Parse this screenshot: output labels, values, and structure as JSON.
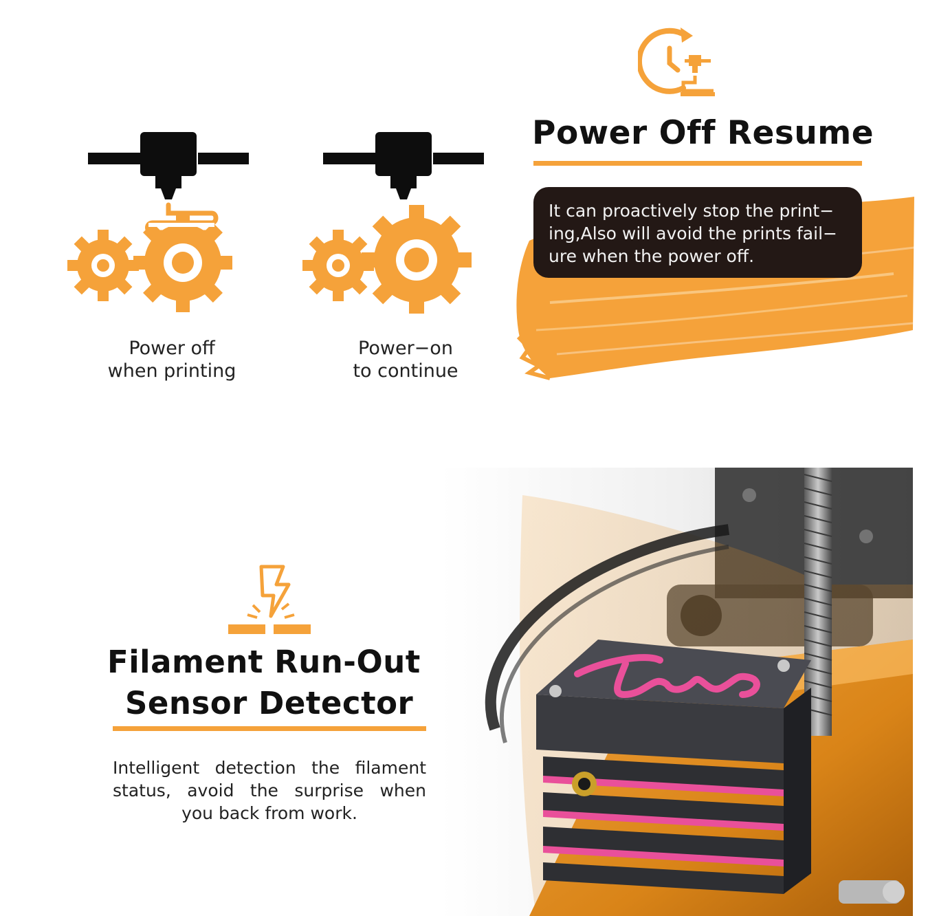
{
  "colors": {
    "accent": "#f5a23a",
    "dark": "#231815",
    "black": "#0d0d0d",
    "text": "#222222",
    "pink": "#e9509a"
  },
  "power_off_resume": {
    "title": "Power Off Resume",
    "description_lines": [
      "It can proactively stop the print−",
      "ing,Also will avoid the prints fail−",
      "ure when the power off."
    ],
    "icon": "clock-printer-resume-icon",
    "steps": [
      {
        "caption_lines": [
          "Power off",
          "when printing"
        ],
        "icon": "printhead-gears-paused-icon"
      },
      {
        "caption_lines": [
          "Power−on",
          "to continue"
        ],
        "icon": "printhead-gears-resume-icon"
      }
    ]
  },
  "filament_sensor": {
    "title_lines": [
      "Filament Run-Out",
      "Sensor Detector"
    ],
    "description_lines": [
      "Intelligent detection the filament",
      "status, avoid the surprise when",
      "you back from work."
    ],
    "icon": "lightning-sensor-icon",
    "photo": "filament-sensor-module-photo"
  }
}
